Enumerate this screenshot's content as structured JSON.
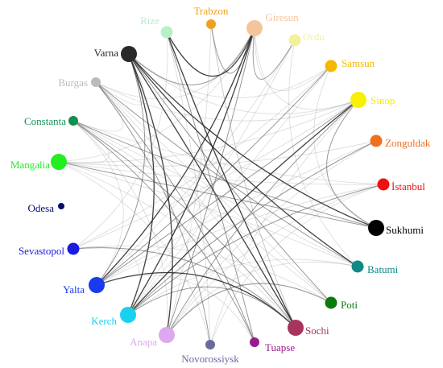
{
  "nodes": [
    {
      "id": "varna",
      "label": "Varna",
      "color": "#2a2a2a",
      "size": "large"
    },
    {
      "id": "rize",
      "label": "Rize",
      "color": "#b7efc6",
      "size": "medium"
    },
    {
      "id": "trabzon",
      "label": "Trabzon",
      "color": "#f0a020",
      "size": "small"
    },
    {
      "id": "giresun",
      "label": "Giresun",
      "color": "#f5c49a",
      "size": "large"
    },
    {
      "id": "ordu",
      "label": "Ordu",
      "color": "#f4f09a",
      "size": "medium"
    },
    {
      "id": "samsun",
      "label": "Samsun",
      "color": "#f5b800",
      "size": "medium"
    },
    {
      "id": "sinop",
      "label": "Sinop",
      "color": "#f7f000",
      "size": "large"
    },
    {
      "id": "zonguldak",
      "label": "Zonguldak",
      "color": "#f07020",
      "size": "medium"
    },
    {
      "id": "istanbul",
      "label": "İstanbul",
      "color": "#ee1111",
      "size": "medium"
    },
    {
      "id": "sukhumi",
      "label": "Sukhumi",
      "color": "#000000",
      "size": "large"
    },
    {
      "id": "batumi",
      "label": "Batumi",
      "color": "#108a86",
      "size": "medium"
    },
    {
      "id": "poti",
      "label": "Poti",
      "color": "#0a7a0a",
      "size": "medium"
    },
    {
      "id": "sochi",
      "label": "Sochi",
      "color": "#a8345e",
      "size": "large"
    },
    {
      "id": "tuapse",
      "label": "Tuapse",
      "color": "#9a1a8a",
      "size": "small"
    },
    {
      "id": "novorossiysk",
      "label": "Novorossiysk",
      "color": "#6a6aa0",
      "size": "small"
    },
    {
      "id": "anapa",
      "label": "Anapa",
      "color": "#dca8f0",
      "size": "large"
    },
    {
      "id": "kerch",
      "label": "Kerch",
      "color": "#1ad0f0",
      "size": "large"
    },
    {
      "id": "yalta",
      "label": "Yalta",
      "color": "#1a3af0",
      "size": "large"
    },
    {
      "id": "sevastopol",
      "label": "Sevastopol",
      "color": "#1a1ae0",
      "size": "medium"
    },
    {
      "id": "odesa",
      "label": "Odesa",
      "color": "#0a0a70",
      "size": "tiny"
    },
    {
      "id": "mangalia",
      "label": "Mangalia",
      "color": "#22ee22",
      "size": "large"
    },
    {
      "id": "constanta",
      "label": "Constanta",
      "color": "#109050",
      "size": "small"
    },
    {
      "id": "burgas",
      "label": "Burgas",
      "color": "#bbbbbb",
      "size": "small"
    }
  ],
  "edges": [
    {
      "from": "varna",
      "to": "kerch",
      "weight": "strong"
    },
    {
      "from": "varna",
      "to": "anapa",
      "weight": "strong"
    },
    {
      "from": "varna",
      "to": "sochi",
      "weight": "strong"
    },
    {
      "from": "varna",
      "to": "batumi",
      "weight": "strong"
    },
    {
      "from": "varna",
      "to": "sukhumi",
      "weight": "strong"
    },
    {
      "from": "varna",
      "to": "poti",
      "weight": "medium"
    },
    {
      "from": "varna",
      "to": "giresun",
      "weight": "medium"
    },
    {
      "from": "varna",
      "to": "yalta",
      "weight": "medium"
    },
    {
      "from": "varna",
      "to": "burgas",
      "weight": "light"
    },
    {
      "from": "varna",
      "to": "sinop",
      "weight": "light"
    },
    {
      "from": "varna",
      "to": "samsun",
      "weight": "light"
    },
    {
      "from": "giresun",
      "to": "kerch",
      "weight": "strong"
    },
    {
      "from": "giresun",
      "to": "yalta",
      "weight": "strong"
    },
    {
      "from": "giresun",
      "to": "anapa",
      "weight": "medium"
    },
    {
      "from": "giresun",
      "to": "rize",
      "weight": "strong"
    },
    {
      "from": "giresun",
      "to": "trabzon",
      "weight": "medium"
    },
    {
      "from": "giresun",
      "to": "ordu",
      "weight": "medium"
    },
    {
      "from": "giresun",
      "to": "samsun",
      "weight": "light"
    },
    {
      "from": "giresun",
      "to": "sinop",
      "weight": "light"
    },
    {
      "from": "giresun",
      "to": "mangalia",
      "weight": "light"
    },
    {
      "from": "giresun",
      "to": "burgas",
      "weight": "light"
    },
    {
      "from": "rize",
      "to": "sochi",
      "weight": "strong"
    },
    {
      "from": "rize",
      "to": "tuapse",
      "weight": "medium"
    },
    {
      "from": "rize",
      "to": "novorossiysk",
      "weight": "light"
    },
    {
      "from": "trabzon",
      "to": "sochi",
      "weight": "light"
    },
    {
      "from": "trabzon",
      "to": "anapa",
      "weight": "light"
    },
    {
      "from": "ordu",
      "to": "kerch",
      "weight": "light"
    },
    {
      "from": "ordu",
      "to": "yalta",
      "weight": "light"
    },
    {
      "from": "samsun",
      "to": "yalta",
      "weight": "medium"
    },
    {
      "from": "samsun",
      "to": "kerch",
      "weight": "light"
    },
    {
      "from": "samsun",
      "to": "sevastopol",
      "weight": "light"
    },
    {
      "from": "sinop",
      "to": "kerch",
      "weight": "strong"
    },
    {
      "from": "sinop",
      "to": "yalta",
      "weight": "medium"
    },
    {
      "from": "sinop",
      "to": "sevastopol",
      "weight": "light"
    },
    {
      "from": "sinop",
      "to": "anapa",
      "weight": "medium"
    },
    {
      "from": "sinop",
      "to": "novorossiysk",
      "weight": "light"
    },
    {
      "from": "sinop",
      "to": "burgas",
      "weight": "light"
    },
    {
      "from": "sinop",
      "to": "mangalia",
      "weight": "light"
    },
    {
      "from": "zonguldak",
      "to": "kerch",
      "weight": "medium"
    },
    {
      "from": "zonguldak",
      "to": "yalta",
      "weight": "light"
    },
    {
      "from": "zonguldak",
      "to": "anapa",
      "weight": "light"
    },
    {
      "from": "zonguldak",
      "to": "mangalia",
      "weight": "light"
    },
    {
      "from": "istanbul",
      "to": "mangalia",
      "weight": "light"
    },
    {
      "from": "istanbul",
      "to": "constanta",
      "weight": "light"
    },
    {
      "from": "istanbul",
      "to": "kerch",
      "weight": "medium"
    },
    {
      "from": "istanbul",
      "to": "anapa",
      "weight": "light"
    },
    {
      "from": "sukhumi",
      "to": "constanta",
      "weight": "medium"
    },
    {
      "from": "sukhumi",
      "to": "mangalia",
      "weight": "medium"
    },
    {
      "from": "sukhumi",
      "to": "sinop",
      "weight": "medium"
    },
    {
      "from": "sukhumi",
      "to": "samsun",
      "weight": "light"
    },
    {
      "from": "batumi",
      "to": "mangalia",
      "weight": "light"
    },
    {
      "from": "batumi",
      "to": "burgas",
      "weight": "medium"
    },
    {
      "from": "batumi",
      "to": "constanta",
      "weight": "light"
    },
    {
      "from": "batumi",
      "to": "ordu",
      "weight": "light"
    },
    {
      "from": "poti",
      "to": "constanta",
      "weight": "light"
    },
    {
      "from": "poti",
      "to": "burgas",
      "weight": "light"
    },
    {
      "from": "poti",
      "to": "sevastopol",
      "weight": "light"
    },
    {
      "from": "sochi",
      "to": "sevastopol",
      "weight": "medium"
    },
    {
      "from": "sochi",
      "to": "yalta",
      "weight": "strong"
    },
    {
      "from": "sochi",
      "to": "constanta",
      "weight": "medium"
    },
    {
      "from": "sochi",
      "to": "mangalia",
      "weight": "light"
    },
    {
      "from": "sochi",
      "to": "burgas",
      "weight": "light"
    },
    {
      "from": "sochi",
      "to": "trabzon",
      "weight": "light"
    },
    {
      "from": "tuapse",
      "to": "yalta",
      "weight": "light"
    },
    {
      "from": "tuapse",
      "to": "constanta",
      "weight": "medium"
    },
    {
      "from": "tuapse",
      "to": "burgas",
      "weight": "medium"
    },
    {
      "from": "novorossiysk",
      "to": "burgas",
      "weight": "medium"
    },
    {
      "from": "novorossiysk",
      "to": "mangalia",
      "weight": "light"
    },
    {
      "from": "novorossiysk",
      "to": "istanbul",
      "weight": "light"
    },
    {
      "from": "anapa",
      "to": "constanta",
      "weight": "light"
    },
    {
      "from": "anapa",
      "to": "poti",
      "weight": "medium"
    },
    {
      "from": "anapa",
      "to": "batumi",
      "weight": "light"
    },
    {
      "from": "kerch",
      "to": "sochi",
      "weight": "medium"
    },
    {
      "from": "kerch",
      "to": "batumi",
      "weight": "light"
    },
    {
      "from": "kerch",
      "to": "sevastopol",
      "weight": "light"
    },
    {
      "from": "yalta",
      "to": "constanta",
      "weight": "light"
    },
    {
      "from": "yalta",
      "to": "istanbul",
      "weight": "light"
    },
    {
      "from": "sevastopol",
      "to": "rize",
      "weight": "light"
    },
    {
      "from": "mangalia",
      "to": "constanta",
      "weight": "light"
    },
    {
      "from": "burgas",
      "to": "constanta",
      "weight": "light"
    }
  ]
}
